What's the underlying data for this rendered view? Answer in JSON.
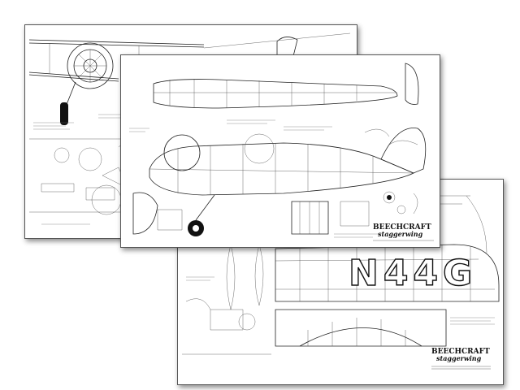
{
  "sheets": [
    {
      "id": "sheet-front-view",
      "content": "biplane front view with ring cowl, landing gear and part details"
    },
    {
      "id": "sheet-fuselage",
      "content": "side view fuselage plan with wing and tail outlines"
    },
    {
      "id": "sheet-wing",
      "content": "upper wing plan with registration lettering"
    }
  ],
  "registration": "N44G",
  "logo": {
    "brand": "BEECHCRAFT",
    "model": "staggerwing"
  },
  "colors": {
    "paper": "#ffffff",
    "ink": "#222222",
    "shadow": "#555555"
  }
}
